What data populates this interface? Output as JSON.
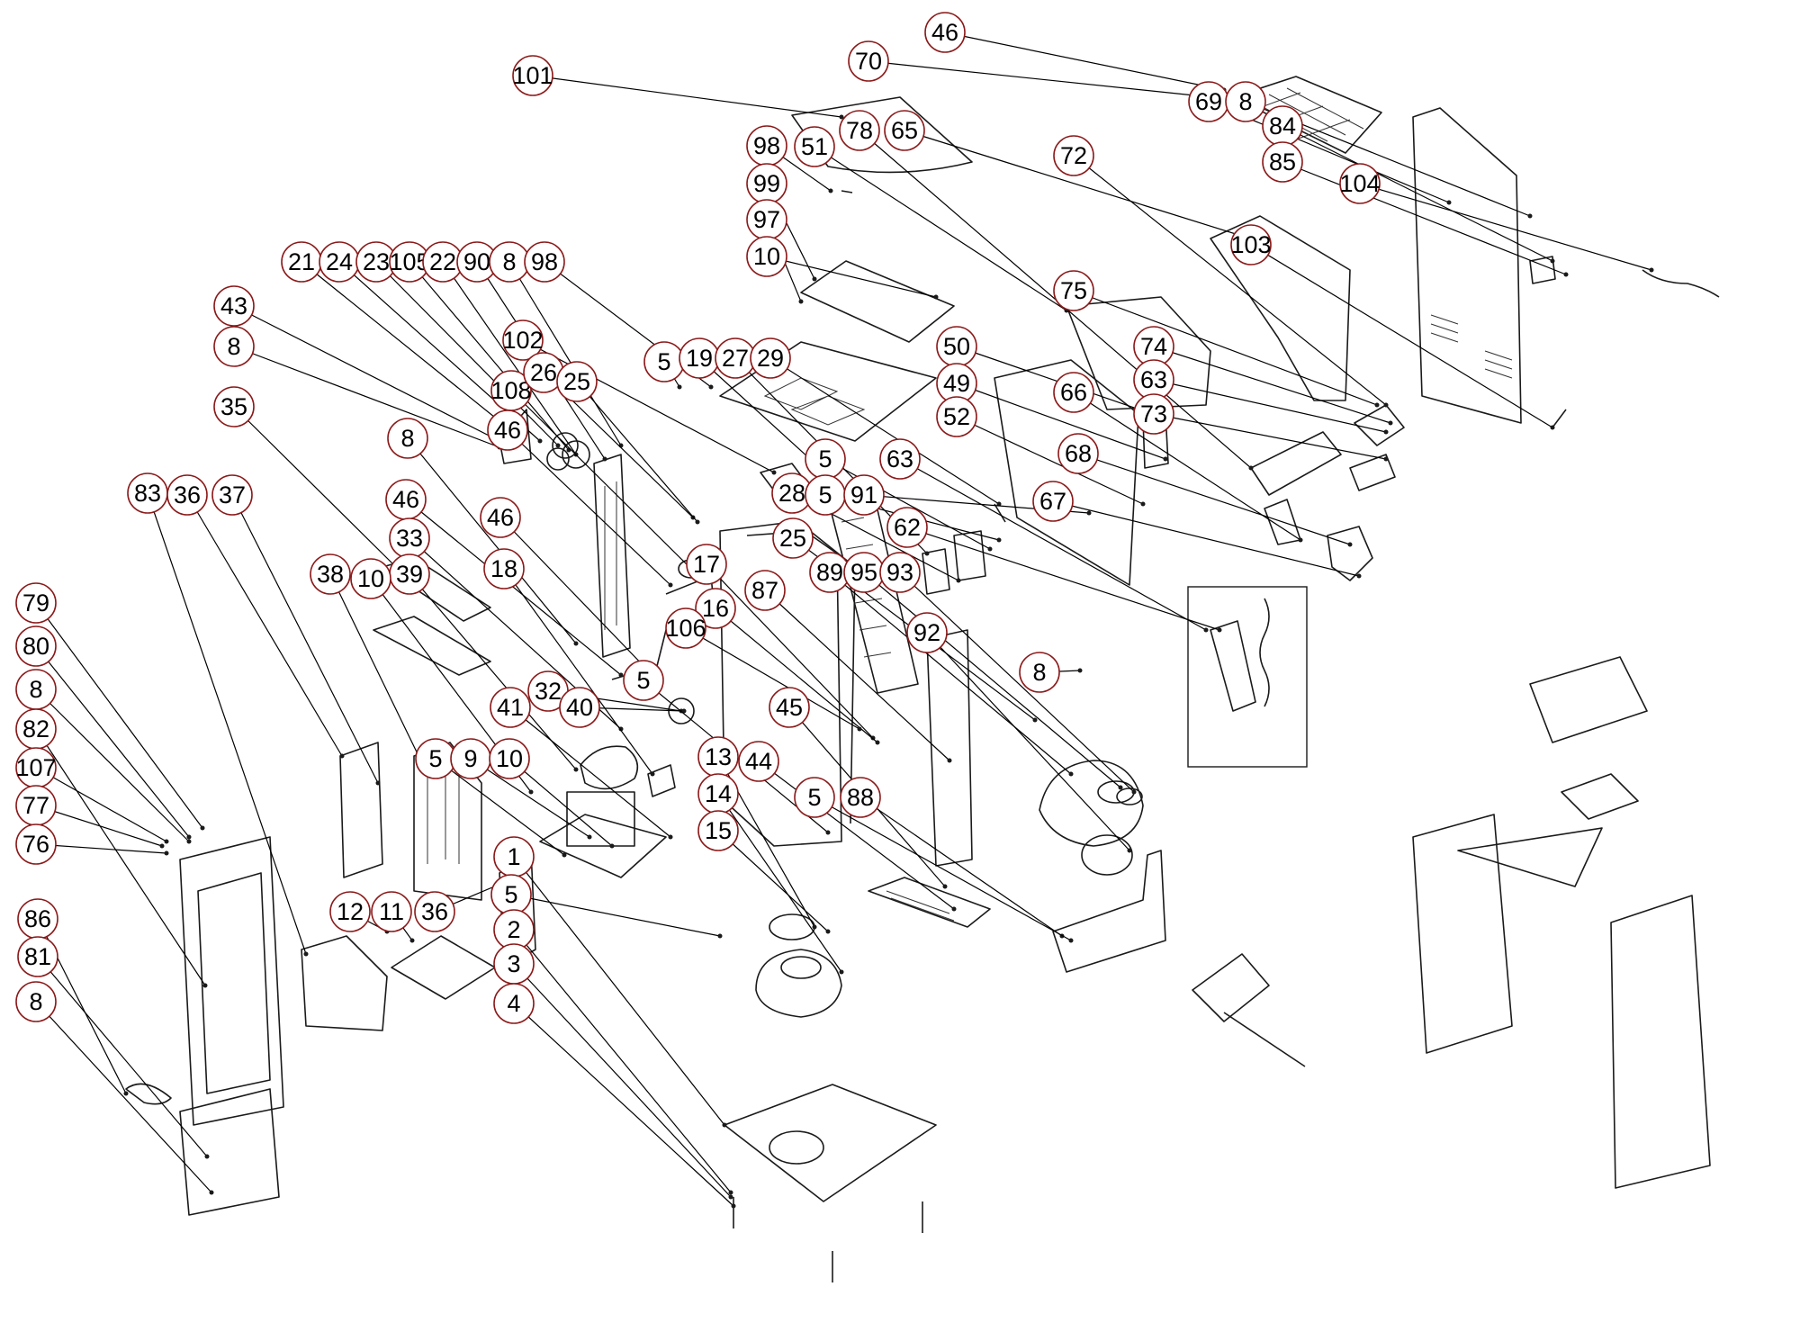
{
  "diagram": {
    "type": "exploded-parts-view",
    "callout_ring_color": "#8b1a1a",
    "callouts": [
      "101",
      "98",
      "99",
      "97",
      "10",
      "21",
      "24",
      "23",
      "105",
      "22",
      "90",
      "8",
      "98",
      "43",
      "8",
      "102",
      "5",
      "19",
      "27",
      "29",
      "108",
      "26",
      "25",
      "46",
      "35",
      "8",
      "46",
      "46",
      "83",
      "36",
      "37",
      "33",
      "18",
      "39",
      "38",
      "10",
      "79",
      "80",
      "8",
      "82",
      "107",
      "77",
      "76",
      "86",
      "81",
      "8",
      "12",
      "11",
      "36",
      "5",
      "9",
      "10",
      "41",
      "32",
      "40",
      "17",
      "16",
      "106",
      "5",
      "87",
      "25",
      "45",
      "44",
      "13",
      "14",
      "15",
      "1",
      "5",
      "2",
      "3",
      "4",
      "51",
      "78",
      "65",
      "70",
      "46",
      "69",
      "8",
      "84",
      "85",
      "104",
      "72",
      "103",
      "75",
      "74",
      "63",
      "73",
      "50",
      "49",
      "52",
      "66",
      "68",
      "67",
      "5",
      "28",
      "5",
      "91",
      "63",
      "62",
      "89",
      "95",
      "93",
      "92",
      "88",
      "5",
      "8"
    ]
  }
}
